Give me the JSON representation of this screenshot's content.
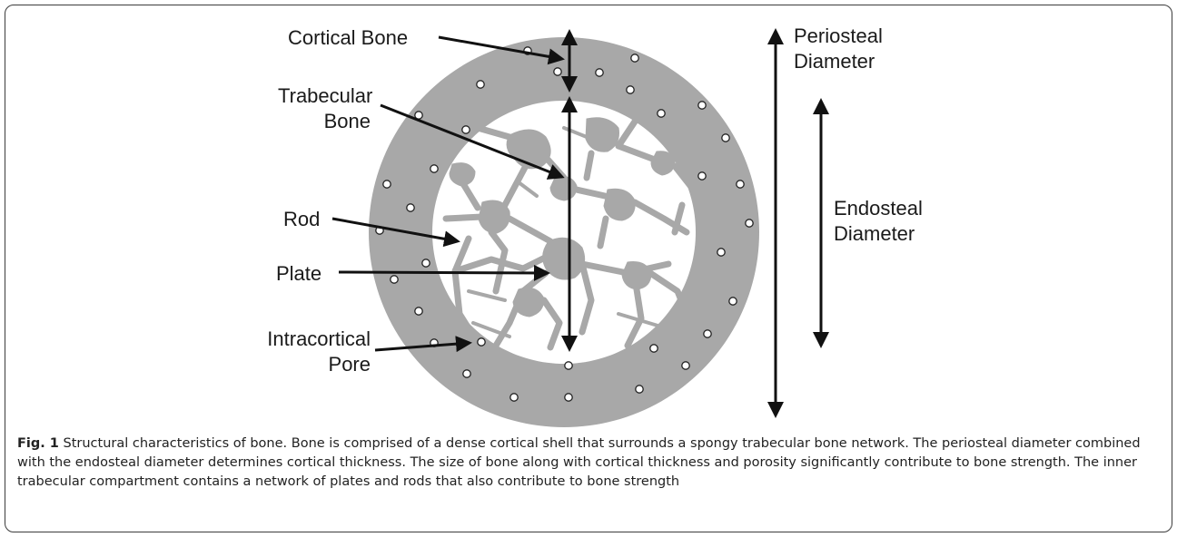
{
  "labels": {
    "cortical_bone": "Cortical Bone",
    "trabecular_line1": "Trabecular",
    "trabecular_line2": "Bone",
    "rod": "Rod",
    "plate": "Plate",
    "pore_line1": "Intracortical",
    "pore_line2": "Pore",
    "periosteal_line1": "Periosteal",
    "periosteal_line2": "Diameter",
    "endosteal_line1": "Endosteal",
    "endosteal_line2": "Diameter"
  },
  "caption": {
    "figure_label": "Fig. 1",
    "text": "Structural characteristics of bone. Bone is comprised of a dense cortical shell that surrounds a spongy trabecular bone network. The periosteal diameter combined with the endosteal diameter determines cortical thickness. The size of bone along with cortical thickness and porosity significantly contribute to bone strength. The inner trabecular compartment contains a network of plates and rods that also contribute to bone strength"
  },
  "colors": {
    "bone_gray": "#a8a8a8",
    "arrow": "#111111",
    "frame": "#3c3c3c"
  }
}
